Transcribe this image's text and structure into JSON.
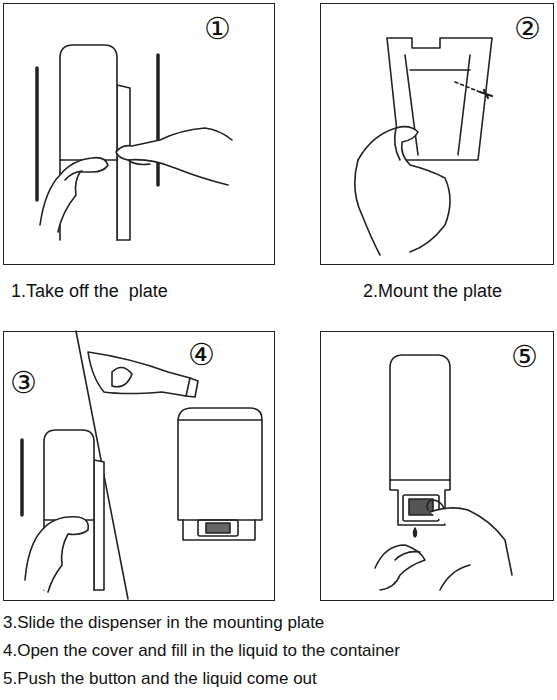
{
  "diagram": {
    "nodes": [
      {
        "text": [
          "①",
          "1.Take off the  plate"
        ]
      },
      {
        "text": [
          "②",
          "2.Mount the plate"
        ]
      },
      {
        "text": [
          "③",
          "④"
        ]
      },
      {
        "text": [
          "⑤"
        ]
      }
    ],
    "labels": [
      "3.Slide the dispenser in the mounting plate",
      "4.Open the cover and fill in the liquid to the container",
      "5.Push the button and the liquid come out"
    ]
  }
}
